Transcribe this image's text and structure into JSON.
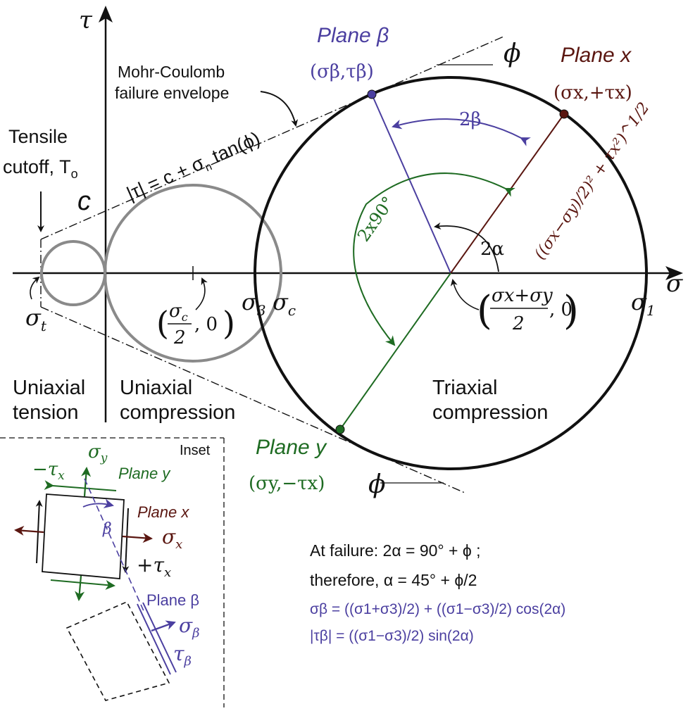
{
  "colors": {
    "ink": "#111111",
    "gray": "#8a8a8a",
    "blue": "#4b3fa0",
    "green": "#1e6b22",
    "maroon": "#5a1610"
  },
  "axes": {
    "tau": "τ",
    "sigma": "σ"
  },
  "envelope": {
    "title_line1": "Mohr-Coulomb",
    "title_line2": "failure envelope",
    "equation": "|τ| = c + σ",
    "equation_sub": "n",
    "equation_tail": " tan(ϕ)",
    "c_label": "c",
    "phi_upper": "ϕ",
    "phi_lower": "ϕ"
  },
  "tensile": {
    "line1": "Tensile",
    "line2": "cutoff, T",
    "line2_sub": "o",
    "sigma_t": "σ",
    "sigma_t_sub": "t"
  },
  "points": {
    "sigma3": "σ",
    "sigma3_sub": "3",
    "sigmac": "σ",
    "sigmac_sub": "c",
    "sigma1": "σ",
    "sigma1_sub": "1"
  },
  "coords": {
    "uniaxial_num": "σ",
    "uniaxial_num_sub": "c",
    "uniaxial_den": "2",
    "uniaxial_zero": ", 0",
    "center_num": "σx+σy",
    "center_den": "2",
    "center_zero": ", 0"
  },
  "planes": {
    "beta_title": "Plane β",
    "beta_coord": "(σβ,τβ)",
    "x_title": "Plane x",
    "x_coord": "(σx,+τx)",
    "y_title": "Plane y",
    "y_coord": "(σy,−τx)"
  },
  "angles": {
    "two_beta": "2β",
    "two_alpha": "2α",
    "two_x_90": "2x90°",
    "radius": "((σx−σy)/2)² + τx²)^1/2"
  },
  "regions": {
    "uniaxial_tension_1": "Uniaxial",
    "uniaxial_tension_2": "tension",
    "uniaxial_compression_1": "Uniaxial",
    "uniaxial_compression_2": "compression",
    "triaxial_1": "Triaxial",
    "triaxial_2": "compression"
  },
  "inset": {
    "title": "Inset",
    "sigma_y": "σ",
    "sigma_y_sub": "y",
    "minus_tau_x": "−τ",
    "minus_tau_x_sub": "x",
    "plane_y": "Plane y",
    "plane_x": "Plane x",
    "beta": "β",
    "sigma_x": "σ",
    "sigma_x_sub": "x",
    "plus_tau_x": "+τ",
    "plus_tau_x_sub": "x",
    "plane_beta": "Plane β",
    "sigma_beta": "σ",
    "sigma_beta_sub": "β",
    "tau_beta": "τ",
    "tau_beta_sub": "β"
  },
  "failure": {
    "line1": "At failure: 2α = 90° + ϕ ;",
    "line2": "therefore, α = 45° + ϕ/2",
    "line3": "σβ = ((σ1+σ3)/2) + ((σ1−σ3)/2) cos(2α)",
    "line4": "|τβ| = ((σ1−σ3)/2) sin(2α)"
  }
}
